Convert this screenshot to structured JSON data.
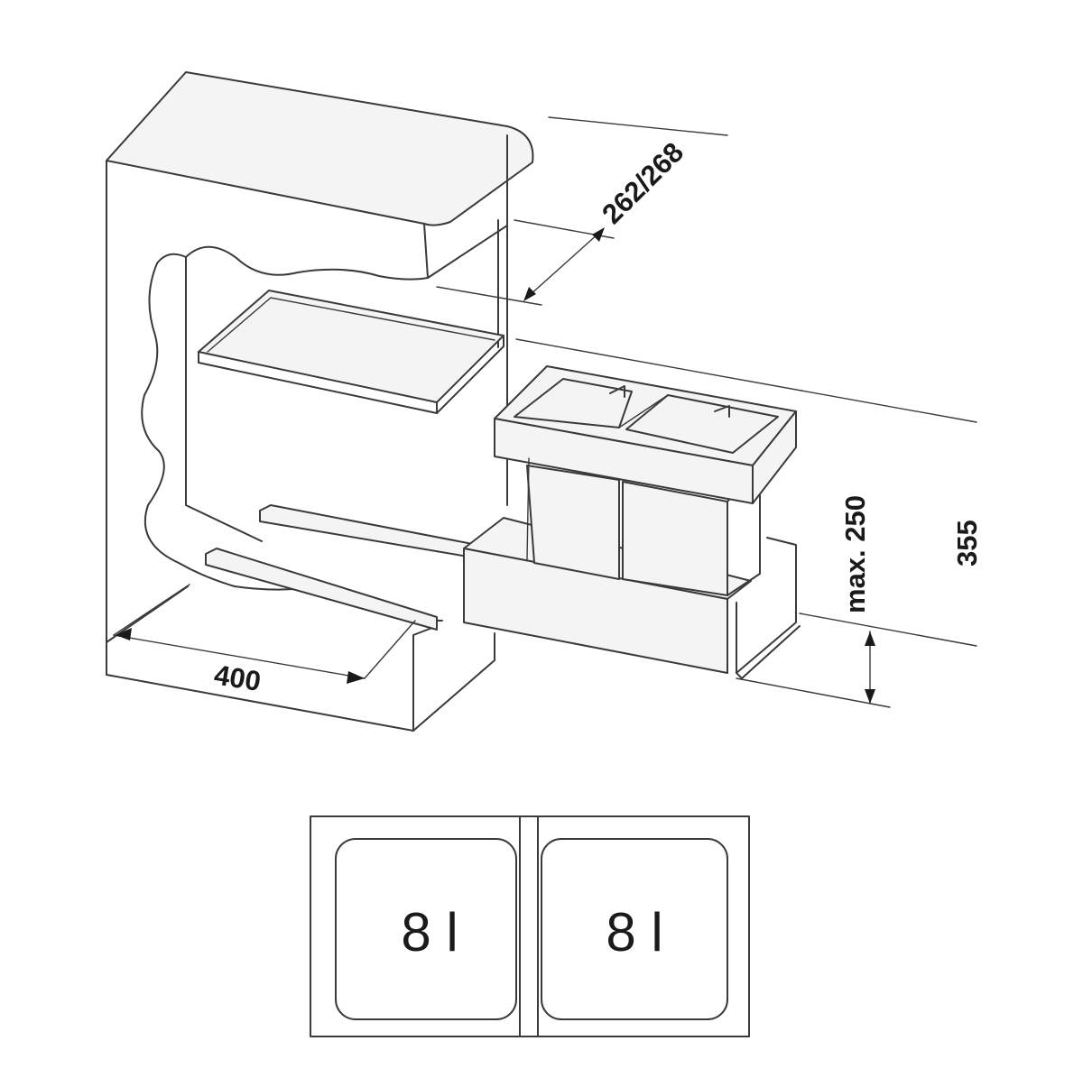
{
  "dimensions": {
    "depth": "400",
    "inner_depth": "262/268",
    "height_max": "max. 250",
    "height_total": "355"
  },
  "top_view": {
    "compartments": [
      {
        "volume": "8 l"
      },
      {
        "volume": "8 l"
      }
    ]
  }
}
